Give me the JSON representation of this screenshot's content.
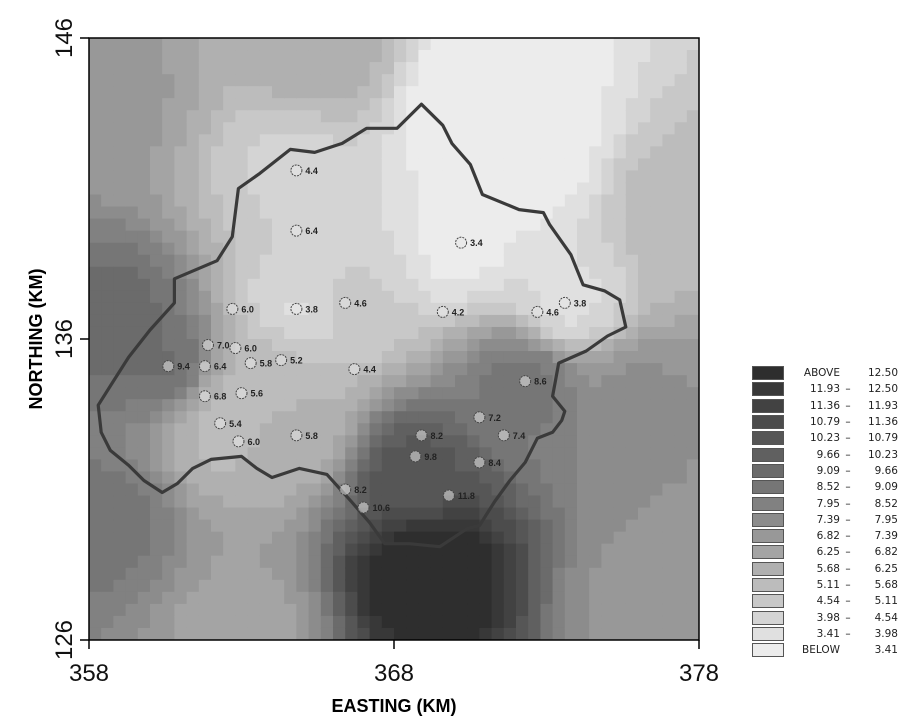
{
  "chart_data": {
    "type": "heatmap",
    "title": "",
    "xlabel": "EASTING (KM)",
    "ylabel": "NORTHING (KM)",
    "xlim": [
      358,
      378
    ],
    "ylim": [
      126,
      146
    ],
    "x_ticks": [
      "358",
      "368",
      "378"
    ],
    "y_ticks": [
      "126",
      "136",
      "146"
    ],
    "grid": false,
    "legend_position": "bottom-right",
    "legend": [
      {
        "low": "ABOVE",
        "high": "12.50",
        "color": "#2e2e2e"
      },
      {
        "low": "11.93",
        "high": "12.50",
        "color": "#383838"
      },
      {
        "low": "11.36",
        "high": "11.93",
        "color": "#424242"
      },
      {
        "low": "10.79",
        "high": "11.36",
        "color": "#4c4c4c"
      },
      {
        "low": "10.23",
        "high": "10.79",
        "color": "#565656"
      },
      {
        "low": "9.66",
        "high": "10.23",
        "color": "#606060"
      },
      {
        "low": "9.09",
        "high": "9.66",
        "color": "#6b6b6b"
      },
      {
        "low": "8.52",
        "high": "9.09",
        "color": "#767676"
      },
      {
        "low": "7.95",
        "high": "8.52",
        "color": "#818181"
      },
      {
        "low": "7.39",
        "high": "7.95",
        "color": "#8c8c8c"
      },
      {
        "low": "6.82",
        "high": "7.39",
        "color": "#989898"
      },
      {
        "low": "6.25",
        "high": "6.82",
        "color": "#a4a4a4"
      },
      {
        "low": "5.68",
        "high": "6.25",
        "color": "#b0b0b0"
      },
      {
        "low": "5.11",
        "high": "5.68",
        "color": "#bcbcbc"
      },
      {
        "low": "4.54",
        "high": "5.11",
        "color": "#c8c8c8"
      },
      {
        "low": "3.98",
        "high": "4.54",
        "color": "#d4d4d4"
      },
      {
        "low": "3.41",
        "high": "3.98",
        "color": "#e0e0e0"
      },
      {
        "low": "BELOW",
        "high": "3.41",
        "color": "#ececec"
      }
    ],
    "stations": [
      {
        "x": 364.8,
        "y": 141.6,
        "label": "4.4"
      },
      {
        "x": 364.8,
        "y": 139.6,
        "label": "6.4"
      },
      {
        "x": 362.7,
        "y": 137.0,
        "label": "6.0"
      },
      {
        "x": 364.8,
        "y": 137.0,
        "label": "3.8"
      },
      {
        "x": 366.4,
        "y": 137.2,
        "label": "4.6"
      },
      {
        "x": 361.9,
        "y": 135.8,
        "label": "7.0"
      },
      {
        "x": 362.8,
        "y": 135.7,
        "label": "6.0"
      },
      {
        "x": 361.8,
        "y": 135.1,
        "label": "6.4"
      },
      {
        "x": 363.3,
        "y": 135.2,
        "label": "5.8"
      },
      {
        "x": 364.3,
        "y": 135.3,
        "label": "5.2"
      },
      {
        "x": 360.6,
        "y": 135.1,
        "label": "9.4"
      },
      {
        "x": 361.8,
        "y": 134.1,
        "label": "6.8"
      },
      {
        "x": 363.0,
        "y": 134.2,
        "label": "5.6"
      },
      {
        "x": 366.7,
        "y": 135.0,
        "label": "4.4"
      },
      {
        "x": 362.3,
        "y": 133.2,
        "label": "5.4"
      },
      {
        "x": 362.9,
        "y": 132.6,
        "label": "6.0"
      },
      {
        "x": 364.8,
        "y": 132.8,
        "label": "5.8"
      },
      {
        "x": 369.6,
        "y": 136.9,
        "label": "4.2"
      },
      {
        "x": 370.2,
        "y": 139.2,
        "label": "3.4"
      },
      {
        "x": 372.7,
        "y": 136.9,
        "label": "4.6"
      },
      {
        "x": 373.6,
        "y": 137.2,
        "label": "3.8"
      },
      {
        "x": 372.3,
        "y": 134.6,
        "label": "8.6"
      },
      {
        "x": 370.8,
        "y": 133.4,
        "label": "7.2"
      },
      {
        "x": 368.9,
        "y": 132.8,
        "label": "8.2"
      },
      {
        "x": 371.6,
        "y": 132.8,
        "label": "7.4"
      },
      {
        "x": 368.7,
        "y": 132.1,
        "label": "9.8"
      },
      {
        "x": 370.8,
        "y": 131.9,
        "label": "8.4"
      },
      {
        "x": 366.4,
        "y": 131.0,
        "label": "8.2"
      },
      {
        "x": 367.0,
        "y": 130.4,
        "label": "10.6"
      },
      {
        "x": 369.8,
        "y": 130.8,
        "label": "11.8"
      }
    ],
    "boundary": [
      [
        360.8,
        138.0
      ],
      [
        362.2,
        138.6
      ],
      [
        362.7,
        139.4
      ],
      [
        362.9,
        141.0
      ],
      [
        363.6,
        141.5
      ],
      [
        364.6,
        142.3
      ],
      [
        365.4,
        142.2
      ],
      [
        366.3,
        142.5
      ],
      [
        367.1,
        143.0
      ],
      [
        368.1,
        143.0
      ],
      [
        368.9,
        143.8
      ],
      [
        369.6,
        143.1
      ],
      [
        369.9,
        142.5
      ],
      [
        370.5,
        141.8
      ],
      [
        370.9,
        140.8
      ],
      [
        372.1,
        140.3
      ],
      [
        372.9,
        140.2
      ],
      [
        373.1,
        139.8
      ],
      [
        373.8,
        138.8
      ],
      [
        374.2,
        137.8
      ],
      [
        374.9,
        137.6
      ],
      [
        375.4,
        137.3
      ],
      [
        375.6,
        136.4
      ],
      [
        375.0,
        136.1
      ],
      [
        374.3,
        135.6
      ],
      [
        373.4,
        135.2
      ],
      [
        373.2,
        134.1
      ],
      [
        373.6,
        133.6
      ],
      [
        373.5,
        133.3
      ],
      [
        373.2,
        132.9
      ],
      [
        372.7,
        132.7
      ],
      [
        372.3,
        131.9
      ],
      [
        371.8,
        131.3
      ],
      [
        371.3,
        130.6
      ],
      [
        370.8,
        129.8
      ],
      [
        370.4,
        129.7
      ],
      [
        369.5,
        129.1
      ],
      [
        368.5,
        129.2
      ],
      [
        367.7,
        129.2
      ],
      [
        367.2,
        129.9
      ],
      [
        366.6,
        130.6
      ],
      [
        365.8,
        131.5
      ],
      [
        364.9,
        131.7
      ],
      [
        364.0,
        131.4
      ],
      [
        363.5,
        131.7
      ],
      [
        363.0,
        132.1
      ],
      [
        362.0,
        132.0
      ],
      [
        361.4,
        131.7
      ],
      [
        360.9,
        131.2
      ],
      [
        360.4,
        130.9
      ],
      [
        359.8,
        131.3
      ],
      [
        359.3,
        131.8
      ],
      [
        358.7,
        132.3
      ],
      [
        358.4,
        132.9
      ],
      [
        358.3,
        133.8
      ],
      [
        358.8,
        134.6
      ],
      [
        359.3,
        135.4
      ],
      [
        360.0,
        136.3
      ],
      [
        360.8,
        137.2
      ],
      [
        360.8,
        138.0
      ]
    ],
    "surface_peaks": [
      {
        "x": 369.0,
        "y": 128.3,
        "value": 13.5
      },
      {
        "x": 368.5,
        "y": 131.5,
        "value": 10.5
      },
      {
        "x": 372.3,
        "y": 134.6,
        "value": 8.8
      },
      {
        "x": 360.6,
        "y": 135.1,
        "value": 9.2
      },
      {
        "x": 359.0,
        "y": 136.5,
        "value": 9.5
      },
      {
        "x": 358.5,
        "y": 130.0,
        "value": 8.8
      },
      {
        "x": 376.0,
        "y": 134.0,
        "value": 7.5
      },
      {
        "x": 358.5,
        "y": 144.0,
        "value": 7.0
      },
      {
        "x": 365.5,
        "y": 145.5,
        "value": 6.2
      },
      {
        "x": 363.0,
        "y": 126.5,
        "value": 6.6
      },
      {
        "x": 376.5,
        "y": 127.5,
        "value": 7.2
      },
      {
        "x": 377.5,
        "y": 140.0,
        "value": 5.6
      },
      {
        "x": 370.8,
        "y": 143.6,
        "value": 2.4
      },
      {
        "x": 372.0,
        "y": 142.0,
        "value": 2.8
      },
      {
        "x": 370.2,
        "y": 139.2,
        "value": 3.2
      },
      {
        "x": 364.8,
        "y": 137.0,
        "value": 3.9
      },
      {
        "x": 364.8,
        "y": 141.6,
        "value": 4.4
      },
      {
        "x": 373.6,
        "y": 137.2,
        "value": 3.8
      },
      {
        "x": 366.4,
        "y": 137.2,
        "value": 4.6
      },
      {
        "x": 364.3,
        "y": 135.3,
        "value": 5.2
      },
      {
        "x": 363.0,
        "y": 134.2,
        "value": 5.6
      },
      {
        "x": 364.8,
        "y": 132.8,
        "value": 5.8
      },
      {
        "x": 362.3,
        "y": 133.2,
        "value": 5.4
      }
    ]
  }
}
